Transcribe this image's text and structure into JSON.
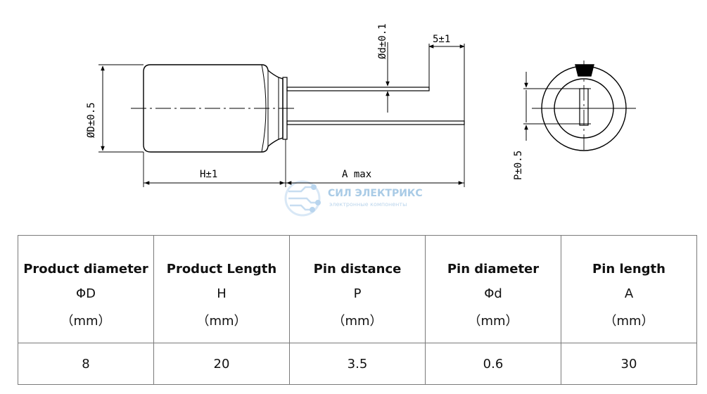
{
  "drawing": {
    "labels": {
      "diameter": "ØD±0.5",
      "length": "H±1",
      "lead_length": "A max",
      "pin_diameter": "Ød±0.1",
      "lead_offset": "5±1",
      "pin_distance": "P±0.5"
    },
    "watermark": {
      "title": "СИЛ ЭЛЕКТРИКС",
      "subtitle": "электронные компоненты"
    }
  },
  "table": {
    "columns": [
      {
        "title": "Product diameter",
        "symbol": "ΦD",
        "unit": "（mm）",
        "value": "8"
      },
      {
        "title": "Product Length",
        "symbol": "H",
        "unit": "（mm）",
        "value": "20"
      },
      {
        "title": "Pin distance",
        "symbol": "P",
        "unit": "（mm）",
        "value": "3.5"
      },
      {
        "title": "Pin diameter",
        "symbol": "Φd",
        "unit": "（mm）",
        "value": "0.6"
      },
      {
        "title": "Pin length",
        "symbol": "A",
        "unit": "（mm）",
        "value": "30"
      }
    ]
  }
}
